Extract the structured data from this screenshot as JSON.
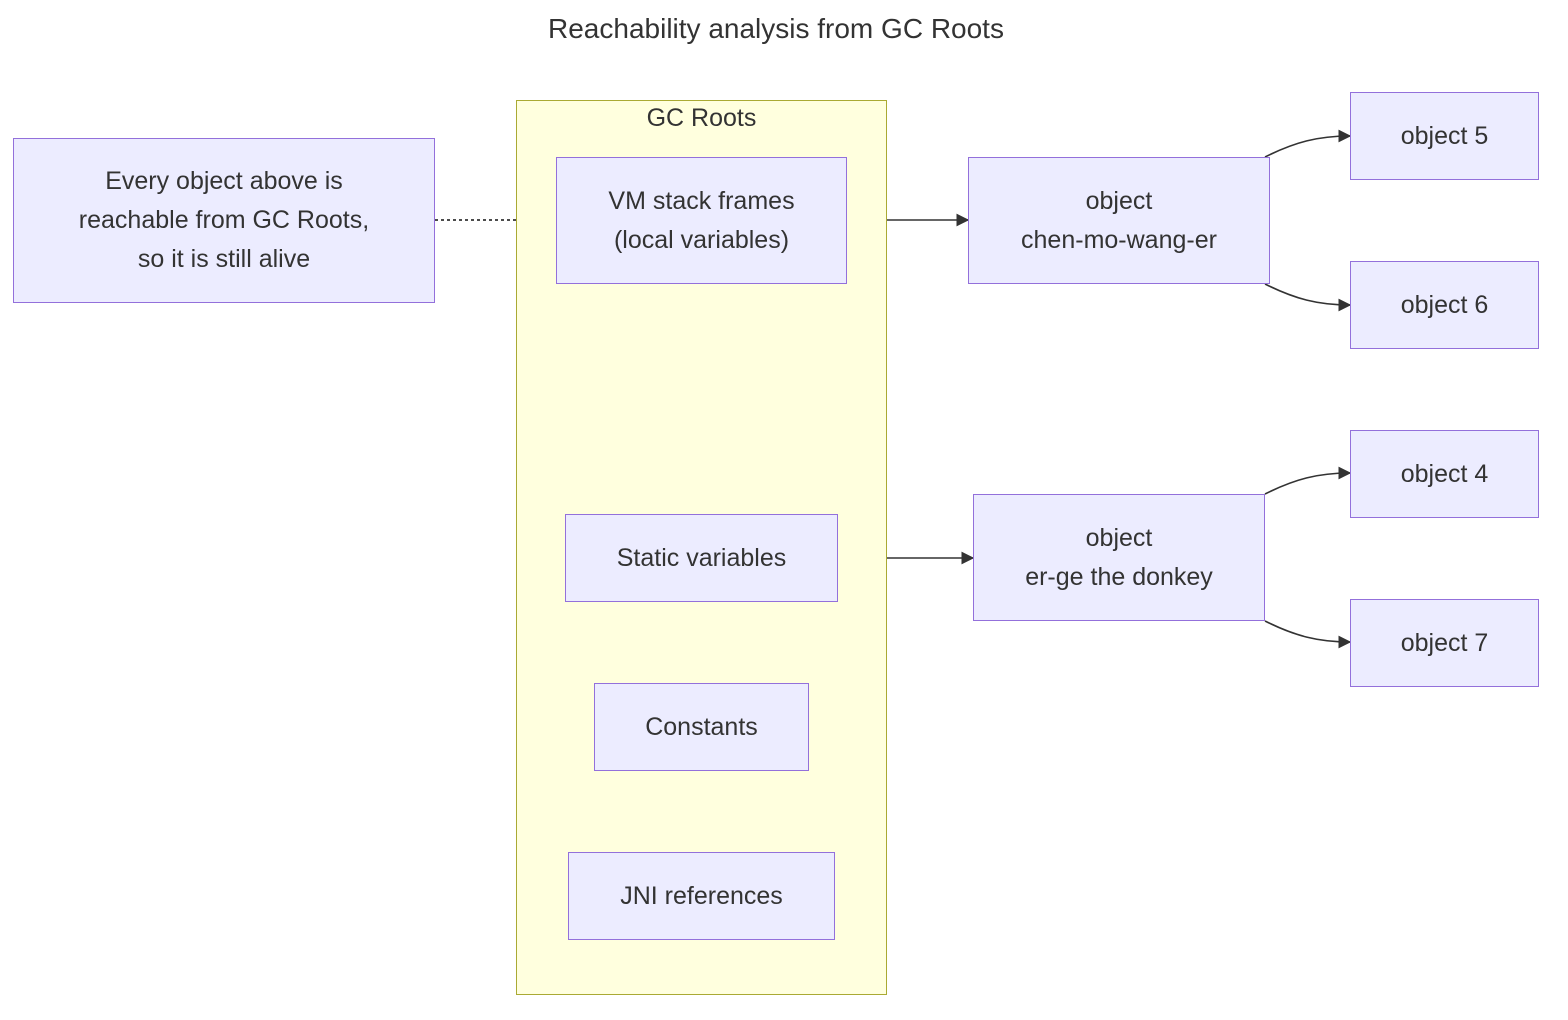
{
  "title": "Reachability analysis from GC Roots",
  "colors": {
    "node_fill": "#ececff",
    "node_border": "#9370db",
    "cluster_fill": "#ffffde",
    "cluster_border": "#aaaa33",
    "edge": "#333333",
    "text": "#333333"
  },
  "cluster": {
    "label": "GC Roots",
    "nodes": {
      "vm_stack": {
        "line1": "VM stack frames",
        "line2": "(local variables)"
      },
      "static_vars": {
        "label": "Static variables"
      },
      "constants": {
        "label": "Constants"
      },
      "jni": {
        "label": "JNI references"
      }
    }
  },
  "note": {
    "line1": "Every object above is",
    "line2": "reachable from GC Roots,",
    "line3": "so it is still alive"
  },
  "objects": {
    "chen": {
      "line1": "object",
      "line2": "chen-mo-wang-er"
    },
    "erge": {
      "line1": "object",
      "line2": "er-ge the donkey"
    },
    "obj5": {
      "label": "object 5"
    },
    "obj6": {
      "label": "object 6"
    },
    "obj4": {
      "label": "object 4"
    },
    "obj7": {
      "label": "object 7"
    }
  },
  "edges": [
    {
      "from": "VM stack frames",
      "to": "object chen-mo-wang-er",
      "style": "arrow"
    },
    {
      "from": "Static variables",
      "to": "object er-ge the donkey",
      "style": "arrow"
    },
    {
      "from": "object chen-mo-wang-er",
      "to": "object 5",
      "style": "arrow"
    },
    {
      "from": "object chen-mo-wang-er",
      "to": "object 6",
      "style": "arrow"
    },
    {
      "from": "object er-ge the donkey",
      "to": "object 4",
      "style": "arrow"
    },
    {
      "from": "object er-ge the donkey",
      "to": "object 7",
      "style": "arrow"
    },
    {
      "from": "note",
      "to": "GC Roots",
      "style": "dotted"
    }
  ]
}
